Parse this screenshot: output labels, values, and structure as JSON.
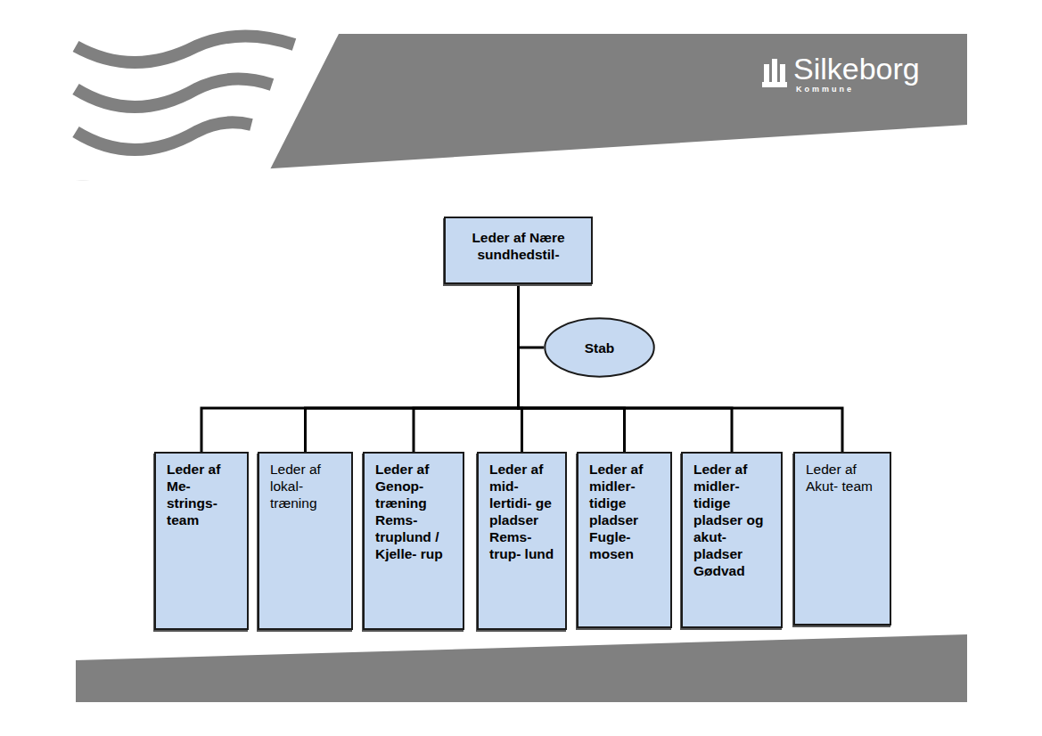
{
  "diagram": {
    "nodes": [
      {
        "text": [
          "Leder af Nære sundhedstil-"
        ]
      },
      {
        "text": [
          "Stab"
        ]
      },
      {
        "text": [
          "Leder af Me- strings- team"
        ]
      },
      {
        "text": [
          "Leder af lokal- træning"
        ]
      },
      {
        "text": [
          "Leder af Genop- træning Rems- truplund / Kjelle- rup"
        ]
      },
      {
        "text": [
          "Leder af mid- lertidi- ge pladser Rems- trup- lund"
        ]
      },
      {
        "text": [
          "Leder af midler- tidige pladser Fugle- mosen"
        ]
      },
      {
        "text": [
          "Leder af midler- tidige pladser og akut- pladser Gødvad"
        ]
      },
      {
        "text": [
          "Leder af Akut- team"
        ]
      }
    ],
    "edges": [
      {
        "from": 0,
        "to": 1,
        "arrow": "none"
      },
      {
        "from": 0,
        "to": 2,
        "arrow": "none"
      },
      {
        "from": 0,
        "to": 3,
        "arrow": "none"
      },
      {
        "from": 0,
        "to": 4,
        "arrow": "none"
      },
      {
        "from": 0,
        "to": 5,
        "arrow": "none"
      },
      {
        "from": 0,
        "to": 6,
        "arrow": "none"
      },
      {
        "from": 0,
        "to": 7,
        "arrow": "none"
      },
      {
        "from": 0,
        "to": 8,
        "arrow": "none"
      }
    ],
    "labels": [
      "Silkeborg",
      "Kommune"
    ]
  }
}
